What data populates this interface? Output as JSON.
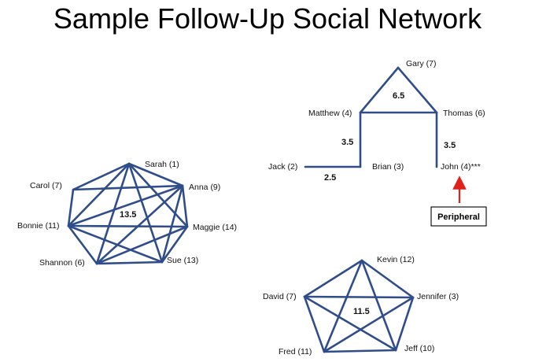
{
  "title": "Sample Follow-Up Social Network",
  "networks": [
    {
      "id": "network-1",
      "score": "13.5",
      "nodes": [
        {
          "id": "sarah",
          "label": "Sarah (1)"
        },
        {
          "id": "anna",
          "label": "Anna (9)"
        },
        {
          "id": "maggie",
          "label": "Maggie (14)"
        },
        {
          "id": "sue",
          "label": "Sue (13)"
        },
        {
          "id": "shannon",
          "label": "Shannon (6)"
        },
        {
          "id": "bonnie",
          "label": "Bonnie (11)"
        },
        {
          "id": "carol",
          "label": "Carol (7)"
        }
      ],
      "edges": [
        [
          "sarah",
          "anna"
        ],
        [
          "sarah",
          "maggie"
        ],
        [
          "sarah",
          "sue"
        ],
        [
          "sarah",
          "shannon"
        ],
        [
          "sarah",
          "bonnie"
        ],
        [
          "sarah",
          "carol"
        ],
        [
          "anna",
          "maggie"
        ],
        [
          "anna",
          "sue"
        ],
        [
          "anna",
          "shannon"
        ],
        [
          "anna",
          "bonnie"
        ],
        [
          "anna",
          "carol"
        ],
        [
          "maggie",
          "sue"
        ],
        [
          "maggie",
          "shannon"
        ],
        [
          "maggie",
          "bonnie"
        ],
        [
          "sue",
          "shannon"
        ],
        [
          "sue",
          "bonnie"
        ],
        [
          "shannon",
          "bonnie"
        ],
        [
          "bonnie",
          "carol"
        ]
      ]
    },
    {
      "id": "network-2",
      "nodes": [
        {
          "id": "gary",
          "label": "Gary (7)"
        },
        {
          "id": "matthew",
          "label": "Matthew (4)"
        },
        {
          "id": "thomas",
          "label": "Thomas (6)"
        },
        {
          "id": "jack",
          "label": "Jack (2)"
        },
        {
          "id": "brian",
          "label": "Brian (3)"
        },
        {
          "id": "john",
          "label": "John (4)***"
        }
      ],
      "scores": [
        "6.5",
        "3.5",
        "3.5",
        "2.5"
      ],
      "callout": "Peripheral"
    },
    {
      "id": "network-3",
      "score": "11.5",
      "nodes": [
        {
          "id": "kevin",
          "label": "Kevin (12)"
        },
        {
          "id": "jennifer",
          "label": "Jennifer (3)"
        },
        {
          "id": "jeff",
          "label": "Jeff (10)"
        },
        {
          "id": "fred",
          "label": "Fred (11)"
        },
        {
          "id": "david",
          "label": "David (7)"
        }
      ],
      "edges": [
        [
          "kevin",
          "jennifer"
        ],
        [
          "jennifer",
          "jeff"
        ],
        [
          "jeff",
          "fred"
        ],
        [
          "fred",
          "david"
        ],
        [
          "david",
          "kevin"
        ],
        [
          "kevin",
          "jeff"
        ],
        [
          "kevin",
          "fred"
        ],
        [
          "jennifer",
          "fred"
        ],
        [
          "jennifer",
          "david"
        ],
        [
          "jeff",
          "david"
        ]
      ]
    }
  ],
  "colors": {
    "edge": "#2f4d8a",
    "arrow": "#e0201b"
  }
}
